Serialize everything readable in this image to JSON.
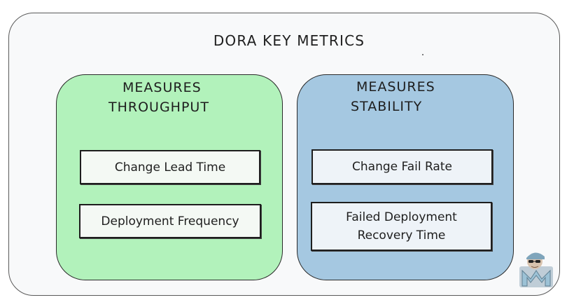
{
  "diagram": {
    "title": "DORA KEY METRICS",
    "groups": [
      {
        "title_line1": "MEASURES",
        "title_line2": "THROUGHPUT",
        "color": "#b2f2bb",
        "metrics": [
          "Change Lead Time",
          "Deployment Frequency"
        ]
      },
      {
        "title_line1": "MEASURES",
        "title_line2": "STABILITY",
        "color": "#a5c8e1",
        "metrics": [
          "Change Fail Rate"
        ],
        "metric_multiline": {
          "line1": "Failed Deployment",
          "line2": "Recovery Time"
        }
      }
    ],
    "logo_icon": "avatar-logo-icon"
  }
}
